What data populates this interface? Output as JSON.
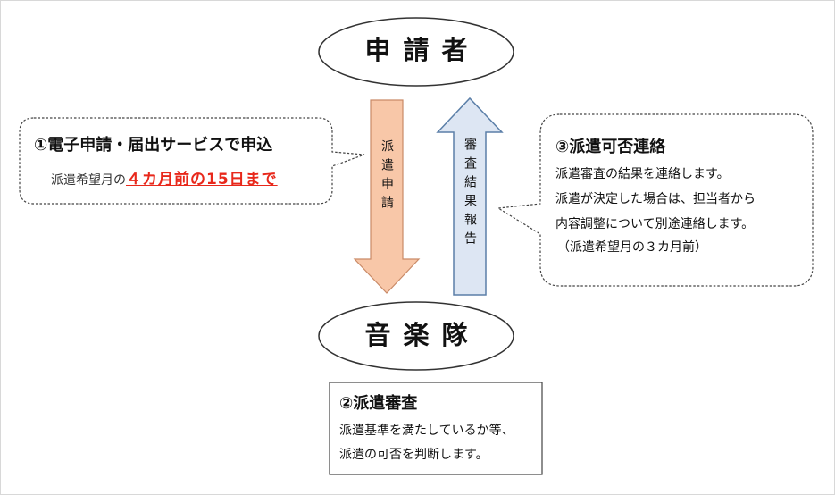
{
  "applicant": "申請者",
  "band": "音楽隊",
  "arrow_down": "派遣申請",
  "arrow_up": "審査結果報告",
  "step1": {
    "title": "①電子申請・届出サービスで申込",
    "deadline_prefix": "派遣希望月の",
    "deadline": "４カ月前の15日まで"
  },
  "step2": {
    "title": "②派遣審査",
    "lines": [
      "派遣基準を満たしているか等、",
      "派遣の可否を判断します。"
    ]
  },
  "step3": {
    "title": "③派遣可否連絡",
    "lines": [
      "派遣審査の結果を連絡します。",
      "派遣が決定した場合は、担当者から",
      "内容調整について別途連絡します。",
      "（派遣希望月の３カ月前）"
    ]
  },
  "colors": {
    "arrow_down_fill": "#f8c7a8",
    "arrow_down_stroke": "#c98a67",
    "arrow_up_fill": "#dde6f3",
    "arrow_up_stroke": "#5b7fa8",
    "highlight": "#e8281b"
  }
}
